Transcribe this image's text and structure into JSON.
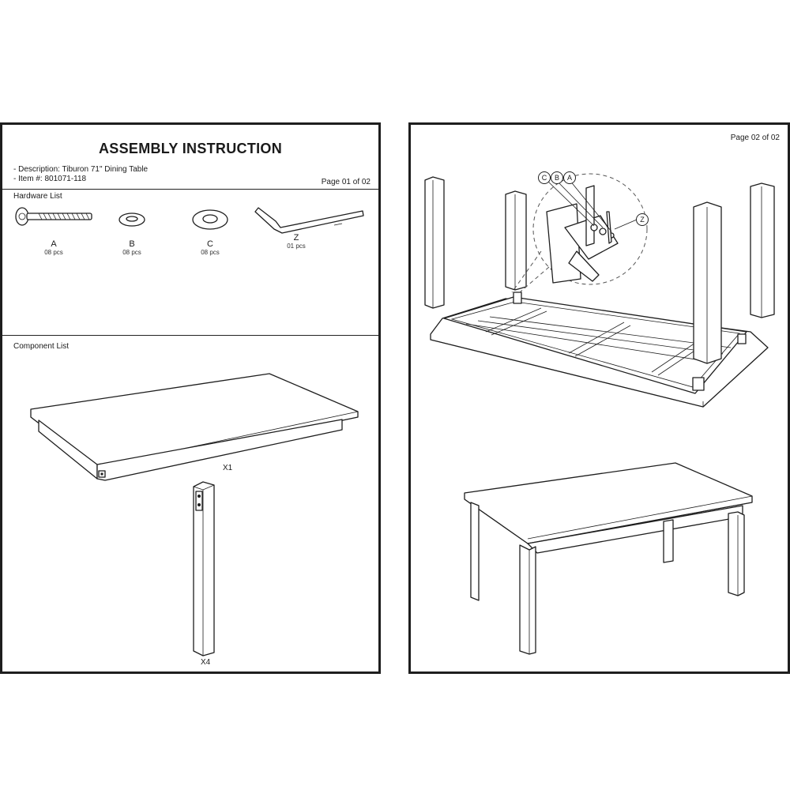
{
  "page1": {
    "title": "ASSEMBLY INSTRUCTION",
    "description": "- Description: Tiburon 71\" Dining Table",
    "item": "- Item #: 801071-118",
    "page_number": "Page 01 of 02",
    "hardware_heading": "Hardware List",
    "hardware": [
      {
        "letter": "A",
        "qty": "08 pcs",
        "icon": "hex-bolt-icon"
      },
      {
        "letter": "B",
        "qty": "08 pcs",
        "icon": "lock-washer-icon"
      },
      {
        "letter": "C",
        "qty": "08 pcs",
        "icon": "flat-washer-icon"
      },
      {
        "letter": "Z",
        "qty": "01 pcs",
        "icon": "allen-key-icon"
      }
    ],
    "components_heading": "Component List",
    "components": [
      {
        "label": "X1",
        "icon": "table-top-icon"
      },
      {
        "label": "X4",
        "icon": "table-leg-icon"
      }
    ]
  },
  "page2": {
    "page_number": "Page 02 of 02",
    "callouts": [
      "C",
      "B",
      "A",
      "Z"
    ]
  }
}
